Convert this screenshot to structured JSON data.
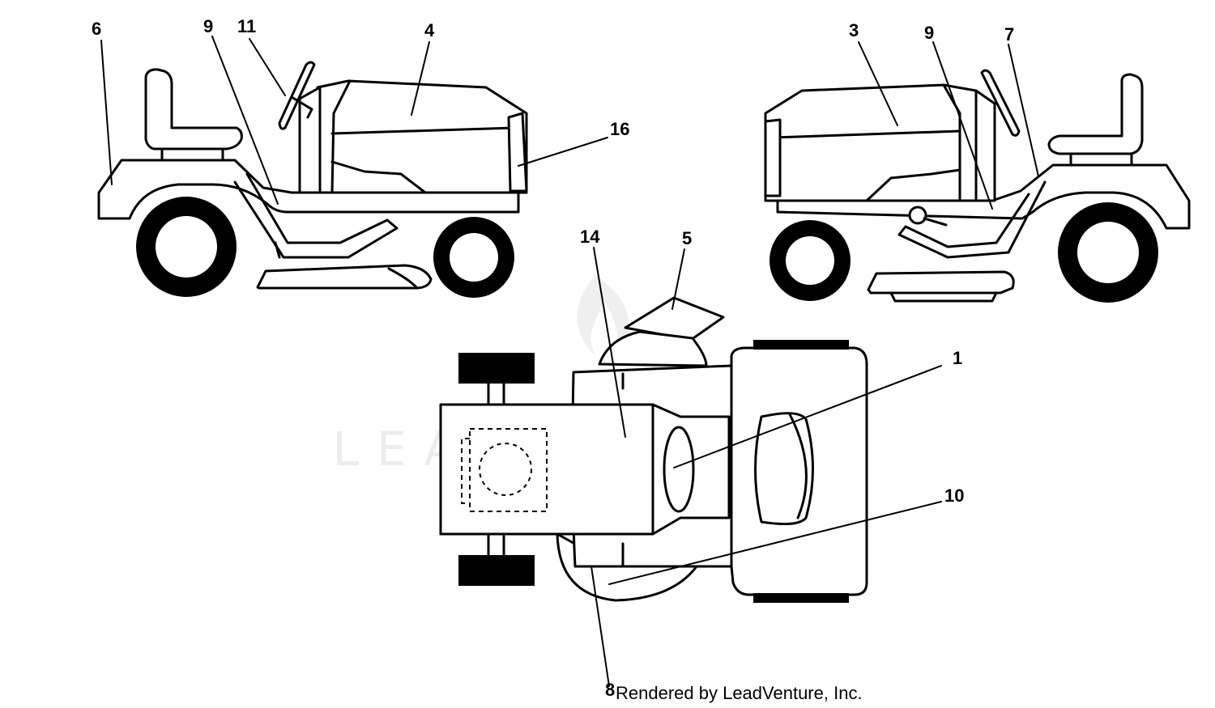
{
  "watermark": {
    "text": "LEADVENTURE"
  },
  "credit": {
    "text": "Rendered by LeadVenture, Inc."
  },
  "callouts": {
    "c6": "6",
    "c9a": "9",
    "c11": "11",
    "c4": "4",
    "c16": "16",
    "c3": "3",
    "c9b": "9",
    "c7": "7",
    "c14": "14",
    "c5": "5",
    "c1": "1",
    "c10": "10",
    "c8": "8"
  },
  "colors": {
    "line": "#000000",
    "watermark": "#ececec",
    "background": "#ffffff"
  }
}
